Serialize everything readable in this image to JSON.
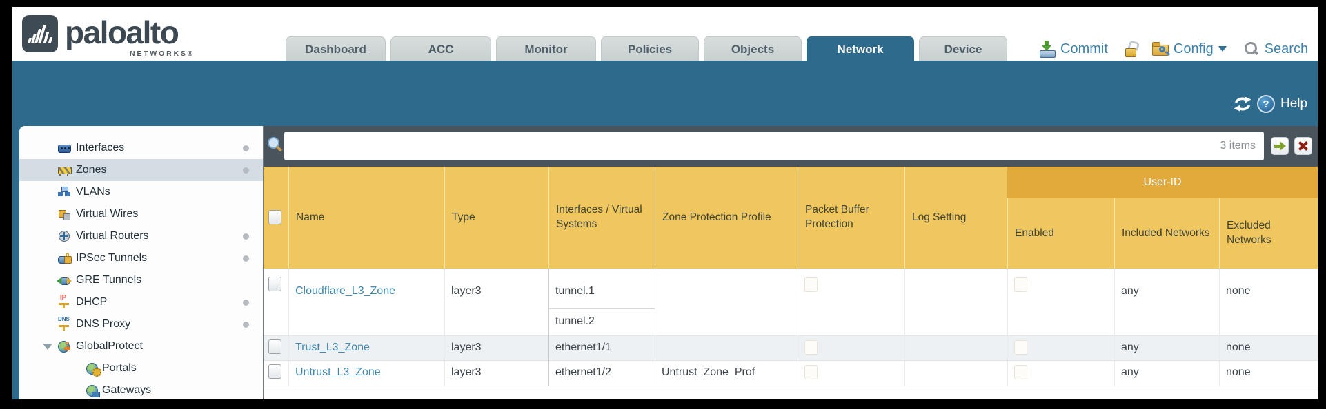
{
  "brand": {
    "logo_text": "paloalto",
    "logo_sub": "NETWORKS®"
  },
  "tabs": [
    {
      "label": "Dashboard",
      "active": false
    },
    {
      "label": "ACC",
      "active": false
    },
    {
      "label": "Monitor",
      "active": false
    },
    {
      "label": "Policies",
      "active": false
    },
    {
      "label": "Objects",
      "active": false
    },
    {
      "label": "Network",
      "active": true
    },
    {
      "label": "Device",
      "active": false
    }
  ],
  "toolbar": {
    "commit": "Commit",
    "config": "Config",
    "search": "Search"
  },
  "banner": {
    "help": "Help"
  },
  "sidebar": {
    "items": [
      {
        "label": "Interfaces",
        "has_dot": true
      },
      {
        "label": "Zones",
        "has_dot": true,
        "selected": true
      },
      {
        "label": "VLANs",
        "has_dot": false
      },
      {
        "label": "Virtual Wires",
        "has_dot": false
      },
      {
        "label": "Virtual Routers",
        "has_dot": true
      },
      {
        "label": "IPSec Tunnels",
        "has_dot": true
      },
      {
        "label": "GRE Tunnels",
        "has_dot": false
      },
      {
        "label": "DHCP",
        "has_dot": true
      },
      {
        "label": "DNS Proxy",
        "has_dot": true
      },
      {
        "label": "GlobalProtect",
        "has_dot": false,
        "expanded": true
      },
      {
        "label": "Portals",
        "has_dot": false,
        "indent": true
      },
      {
        "label": "Gateways",
        "has_dot": false,
        "indent": true
      }
    ]
  },
  "filter": {
    "value": "",
    "items_count": "3 items"
  },
  "table": {
    "group_header": "User-ID",
    "columns": [
      "Name",
      "Type",
      "Interfaces / Virtual Systems",
      "Zone Protection Profile",
      "Packet Buffer Protection",
      "Log Setting",
      "Enabled",
      "Included Networks",
      "Excluded Networks"
    ],
    "rows": [
      {
        "name": "Cloudflare_L3_Zone",
        "type": "layer3",
        "interfaces": [
          "tunnel.1",
          "tunnel.2"
        ],
        "zone_protection_profile": "",
        "packet_buffer_protection": false,
        "log_setting": "",
        "user_id_enabled": false,
        "included_networks": "any",
        "excluded_networks": "none"
      },
      {
        "name": "Trust_L3_Zone",
        "type": "layer3",
        "interfaces": [
          "ethernet1/1"
        ],
        "zone_protection_profile": "",
        "packet_buffer_protection": false,
        "log_setting": "",
        "user_id_enabled": false,
        "included_networks": "any",
        "excluded_networks": "none"
      },
      {
        "name": "Untrust_L3_Zone",
        "type": "layer3",
        "interfaces": [
          "ethernet1/2"
        ],
        "zone_protection_profile": "Untrust_Zone_Prof",
        "packet_buffer_protection": false,
        "log_setting": "",
        "user_id_enabled": false,
        "included_networks": "any",
        "excluded_networks": "none"
      }
    ]
  },
  "icons": {
    "help_glyph": "?",
    "dhcp_label": "IP",
    "dns_label": "DNS"
  },
  "colors": {
    "teal": "#2e6a8c",
    "slate": "#4a545c",
    "header_gold": "#efc75e",
    "user_id_gold": "#e2a93b",
    "link": "#4288ac",
    "row_stripe": "#edf1f4",
    "tab_inactive": "#cfd7d6"
  }
}
